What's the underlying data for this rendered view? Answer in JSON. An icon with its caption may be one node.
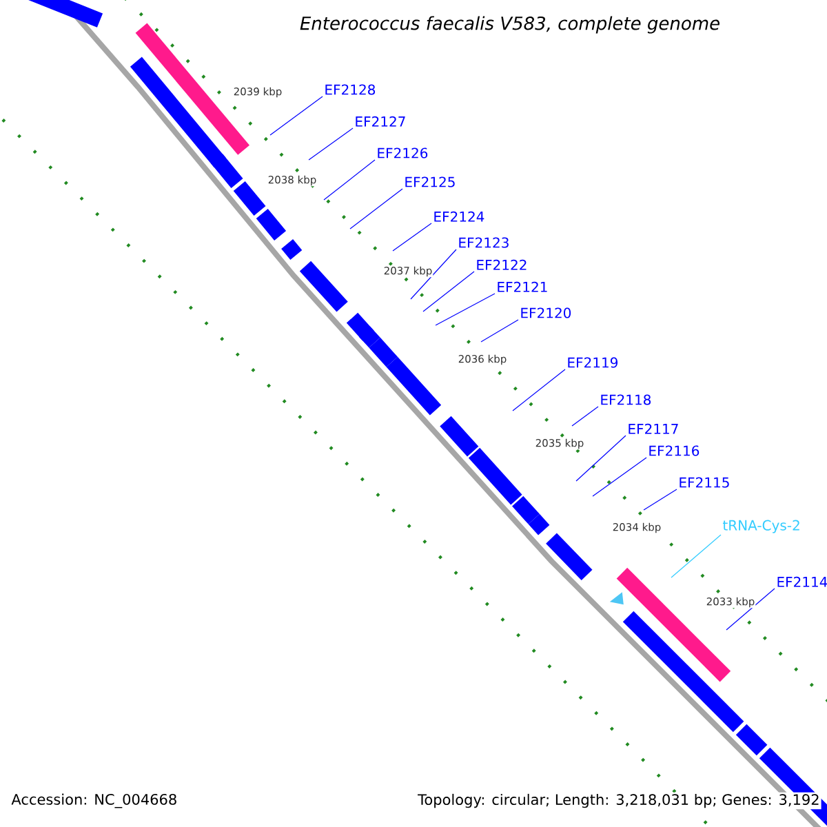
{
  "diagram": {
    "title": "Enterococcus faecalis V583, complete genome",
    "nodes": [
      {
        "text": [
          "EF2128"
        ]
      },
      {
        "text": [
          "EF2127"
        ]
      },
      {
        "text": [
          "EF2126"
        ]
      },
      {
        "text": [
          "EF2125"
        ]
      },
      {
        "text": [
          "EF2124"
        ]
      },
      {
        "text": [
          "EF2123"
        ]
      },
      {
        "text": [
          "EF2122"
        ]
      },
      {
        "text": [
          "EF2121"
        ]
      },
      {
        "text": [
          "EF2120"
        ]
      },
      {
        "text": [
          "EF2119"
        ]
      },
      {
        "text": [
          "EF2118"
        ]
      },
      {
        "text": [
          "EF2117"
        ]
      },
      {
        "text": [
          "EF2116"
        ]
      },
      {
        "text": [
          "EF2115"
        ]
      },
      {
        "text": [
          "tRNA-Cys-2"
        ]
      },
      {
        "text": [
          "EF2114"
        ]
      }
    ],
    "edges": [
      {
        "from": 0,
        "to": null,
        "arrow": "none"
      },
      {
        "from": 1,
        "to": null,
        "arrow": "none"
      },
      {
        "from": 2,
        "to": null,
        "arrow": "none"
      },
      {
        "from": 3,
        "to": null,
        "arrow": "none"
      },
      {
        "from": 4,
        "to": null,
        "arrow": "none"
      },
      {
        "from": 5,
        "to": null,
        "arrow": "none"
      },
      {
        "from": 6,
        "to": null,
        "arrow": "none"
      },
      {
        "from": 7,
        "to": null,
        "arrow": "none"
      },
      {
        "from": 8,
        "to": null,
        "arrow": "none"
      },
      {
        "from": 9,
        "to": null,
        "arrow": "none"
      },
      {
        "from": 10,
        "to": null,
        "arrow": "none"
      },
      {
        "from": 11,
        "to": null,
        "arrow": "none"
      },
      {
        "from": 12,
        "to": null,
        "arrow": "none"
      },
      {
        "from": 13,
        "to": null,
        "arrow": "none"
      },
      {
        "from": 14,
        "to": null,
        "arrow": "none",
        "color": "#33ccff"
      },
      {
        "from": 15,
        "to": null,
        "arrow": "none"
      }
    ],
    "labels": [
      "2039 kbp",
      "2038 kbp",
      "2037 kbp",
      "2036 kbp",
      "2035 kbp",
      "2034 kbp",
      "2033 kbp",
      "Accession: NC_004668",
      "Topology: circular; Length: 3,218,031 bp; Genes: 3,192"
    ]
  }
}
